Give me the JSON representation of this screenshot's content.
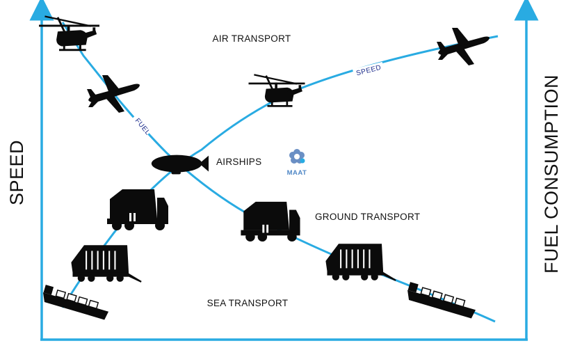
{
  "axes": {
    "left_label": "SPEED",
    "right_label": "FUEL CONSUMPTION"
  },
  "categories": {
    "air": "AIR TRANSPORT",
    "airships": "AIRSHIPS",
    "ground": "GROUND TRANSPORT",
    "sea": "SEA TRANSPORT"
  },
  "curves": {
    "fuel_label": "FUEL",
    "speed_label": "SPEED"
  },
  "logo": {
    "text": "MAAT"
  },
  "colors": {
    "line": "#29abe2",
    "silhouette": "#0b0b0b",
    "logo": "#6a8fc4"
  },
  "icons": [
    "helicopter-icon",
    "airplane-icon",
    "airship-icon",
    "truck-icon",
    "train-icon",
    "ship-icon"
  ]
}
